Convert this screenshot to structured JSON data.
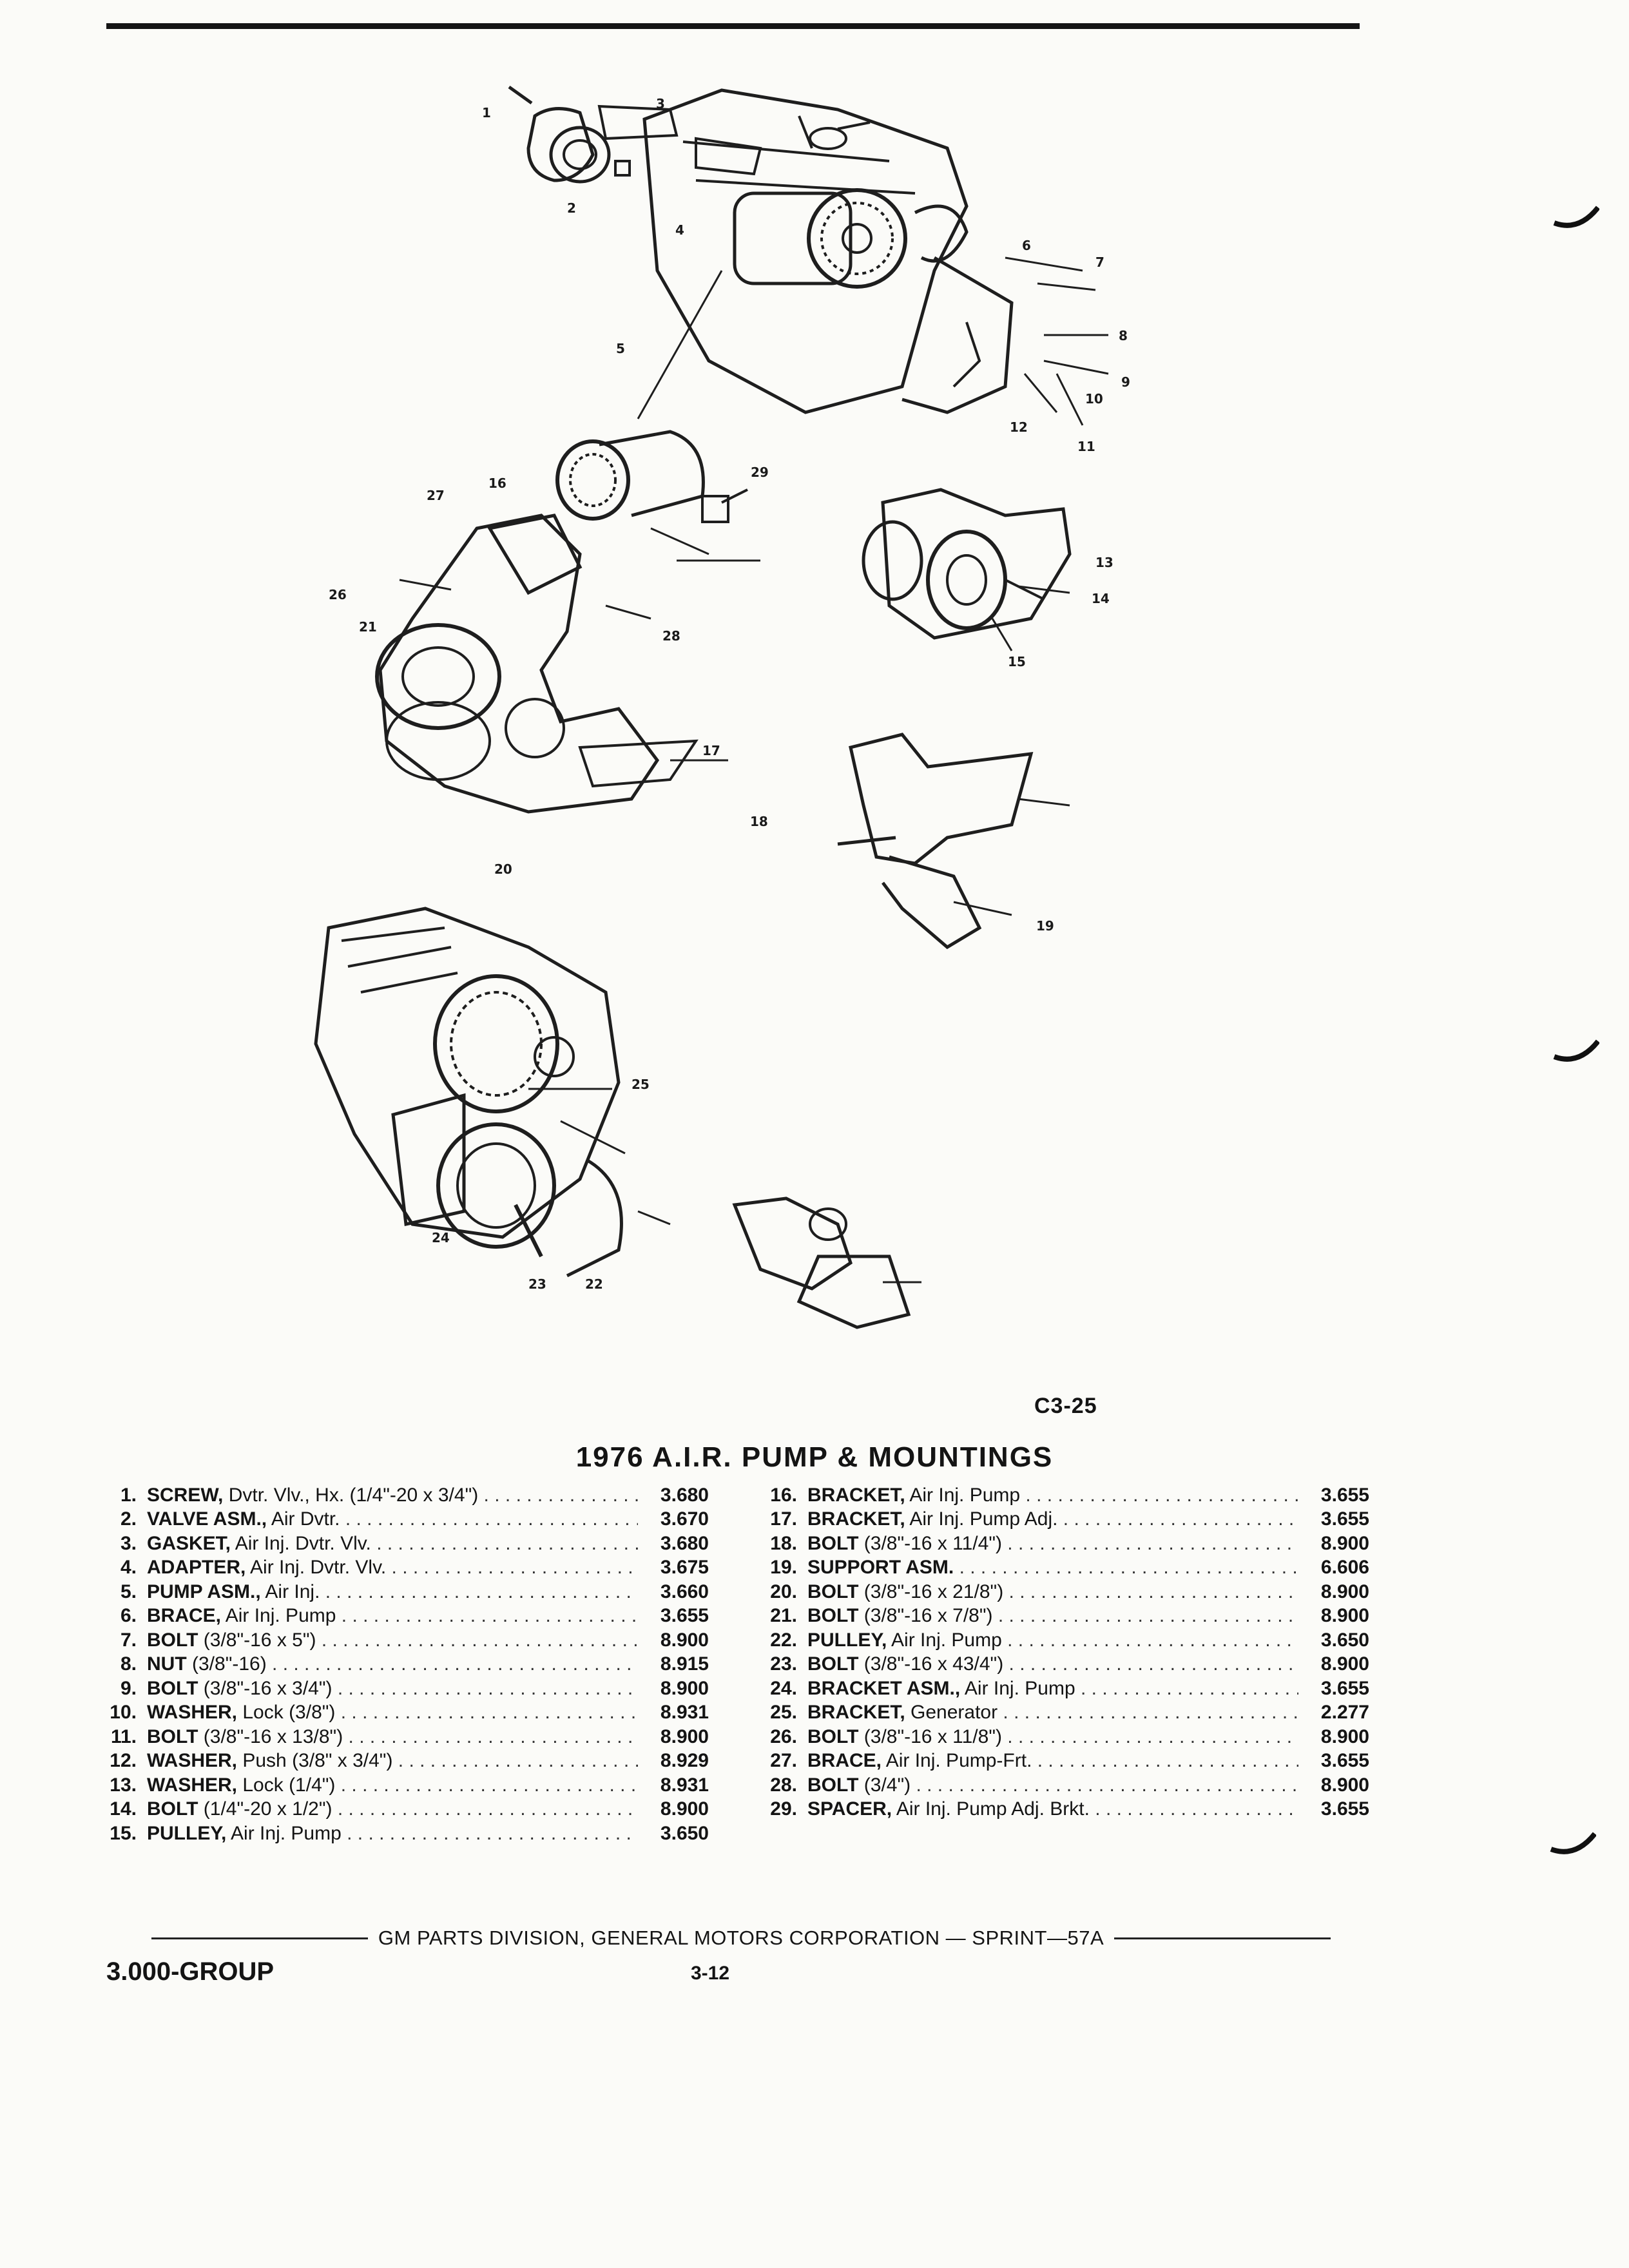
{
  "figure_code": "C3-25",
  "title": "1976 A.I.R. PUMP & MOUNTINGS",
  "callouts": [
    "1",
    "2",
    "3",
    "4",
    "5",
    "6",
    "7",
    "8",
    "9",
    "10",
    "11",
    "12",
    "13",
    "14",
    "15",
    "16",
    "17",
    "18",
    "19",
    "20",
    "21",
    "22",
    "23",
    "24",
    "25",
    "26",
    "27",
    "28",
    "29"
  ],
  "parts_left": [
    {
      "num": "1.",
      "name": "SCREW,",
      "detail": "Dvtr. Vlv., Hx. (1/4\"-20 x 3/4\")",
      "group": "3.680"
    },
    {
      "num": "2.",
      "name": "VALVE ASM.,",
      "detail": "Air Dvtr.",
      "group": "3.670"
    },
    {
      "num": "3.",
      "name": "GASKET,",
      "detail": "Air Inj. Dvtr. Vlv.",
      "group": "3.680"
    },
    {
      "num": "4.",
      "name": "ADAPTER,",
      "detail": "Air Inj. Dvtr. Vlv.",
      "group": "3.675"
    },
    {
      "num": "5.",
      "name": "PUMP ASM.,",
      "detail": "Air Inj.",
      "group": "3.660"
    },
    {
      "num": "6.",
      "name": "BRACE,",
      "detail": "Air Inj. Pump",
      "group": "3.655"
    },
    {
      "num": "7.",
      "name": "BOLT",
      "detail": "(3/8\"-16 x 5\")",
      "group": "8.900"
    },
    {
      "num": "8.",
      "name": "NUT",
      "detail": "(3/8\"-16)",
      "group": "8.915"
    },
    {
      "num": "9.",
      "name": "BOLT",
      "detail": "(3/8\"-16 x 3/4\")",
      "group": "8.900"
    },
    {
      "num": "10.",
      "name": "WASHER,",
      "detail": "Lock (3/8\")",
      "group": "8.931"
    },
    {
      "num": "11.",
      "name": "BOLT",
      "detail": "(3/8\"-16 x 13/8\")",
      "group": "8.900"
    },
    {
      "num": "12.",
      "name": "WASHER,",
      "detail": "Push (3/8\" x 3/4\")",
      "group": "8.929"
    },
    {
      "num": "13.",
      "name": "WASHER,",
      "detail": "Lock (1/4\")",
      "group": "8.931"
    },
    {
      "num": "14.",
      "name": "BOLT",
      "detail": "(1/4\"-20 x 1/2\")",
      "group": "8.900"
    },
    {
      "num": "15.",
      "name": "PULLEY,",
      "detail": "Air Inj. Pump",
      "group": "3.650"
    }
  ],
  "parts_right": [
    {
      "num": "16.",
      "name": "BRACKET,",
      "detail": "Air Inj. Pump",
      "group": "3.655"
    },
    {
      "num": "17.",
      "name": "BRACKET,",
      "detail": "Air Inj. Pump Adj.",
      "group": "3.655"
    },
    {
      "num": "18.",
      "name": "BOLT",
      "detail": "(3/8\"-16 x 11/4\")",
      "group": "8.900"
    },
    {
      "num": "19.",
      "name": "SUPPORT ASM.",
      "detail": "",
      "group": "6.606"
    },
    {
      "num": "20.",
      "name": "BOLT",
      "detail": "(3/8\"-16 x 21/8\")",
      "group": "8.900"
    },
    {
      "num": "21.",
      "name": "BOLT",
      "detail": "(3/8\"-16 x 7/8\")",
      "group": "8.900"
    },
    {
      "num": "22.",
      "name": "PULLEY,",
      "detail": "Air Inj. Pump",
      "group": "3.650"
    },
    {
      "num": "23.",
      "name": "BOLT",
      "detail": "(3/8\"-16 x 43/4\")",
      "group": "8.900"
    },
    {
      "num": "24.",
      "name": "BRACKET ASM.,",
      "detail": "Air Inj. Pump",
      "group": "3.655"
    },
    {
      "num": "25.",
      "name": "BRACKET,",
      "detail": "Generator",
      "group": "2.277"
    },
    {
      "num": "26.",
      "name": "BOLT",
      "detail": "(3/8\"-16 x 11/8\")",
      "group": "8.900"
    },
    {
      "num": "27.",
      "name": "BRACE,",
      "detail": "Air Inj. Pump-Frt.",
      "group": "3.655"
    },
    {
      "num": "28.",
      "name": "BOLT",
      "detail": "(3/4\")",
      "group": "8.900"
    },
    {
      "num": "29.",
      "name": "SPACER,",
      "detail": "Air Inj. Pump Adj. Brkt.",
      "group": "3.655"
    }
  ],
  "footer": {
    "publisher": "GM PARTS DIVISION, GENERAL MOTORS CORPORATION — SPRINT—57A",
    "group_label": "3.000-GROUP",
    "page": "3-12"
  }
}
